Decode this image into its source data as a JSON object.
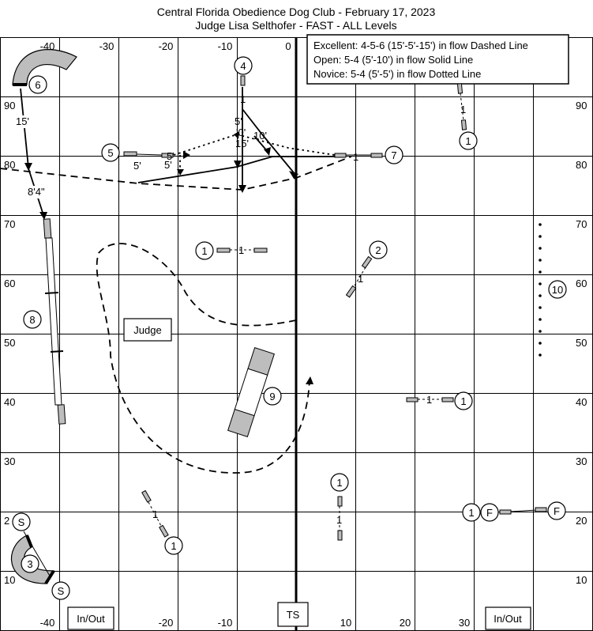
{
  "header": {
    "title": "Central Florida Obedience Dog Club - February 17, 2023",
    "subtitle": "Judge Lisa Selthofer - FAST - ALL Levels"
  },
  "legend": {
    "excellent": "Excellent: 4-5-6 (15'-5'-15') in flow Dashed Line",
    "open": "Open: 5-4 (5'-10') in flow Solid Line",
    "novice": "Novice: 5-4 (5'-5') in flow Dotted Line"
  },
  "axis": {
    "top": [
      "-40",
      "-30",
      "-20",
      "-10",
      "0"
    ],
    "bottom": [
      "-40",
      "-20",
      "-10",
      "10",
      "20",
      "30"
    ],
    "left": [
      "90",
      "80",
      "70",
      "60",
      "50",
      "40",
      "30",
      "2",
      "10"
    ],
    "right": [
      "90",
      "80",
      "70",
      "60",
      "50",
      "40",
      "30",
      "20",
      "10"
    ]
  },
  "boxes": {
    "judge": "Judge",
    "inout_left": "In/Out",
    "inout_right": "In/Out",
    "ts": "TS"
  },
  "obstacles": {
    "n1": "1",
    "n2": "2",
    "n3": "3",
    "n4": "4",
    "n5": "5",
    "n6": "6",
    "n7": "7",
    "n8": "8",
    "n9": "9",
    "n10": "10",
    "s": "S",
    "f": "F"
  },
  "distances": {
    "d15a": "15'",
    "d8_4": "8'4\"",
    "d5a": "5'",
    "d5b": "5'",
    "d5c": "5'",
    "d5d": "5'",
    "d10a": "10'",
    "d10b": "'0'",
    "d15b": "15'"
  },
  "colors": {
    "bar_fill": "#bdbdbd",
    "line": "#000000"
  }
}
